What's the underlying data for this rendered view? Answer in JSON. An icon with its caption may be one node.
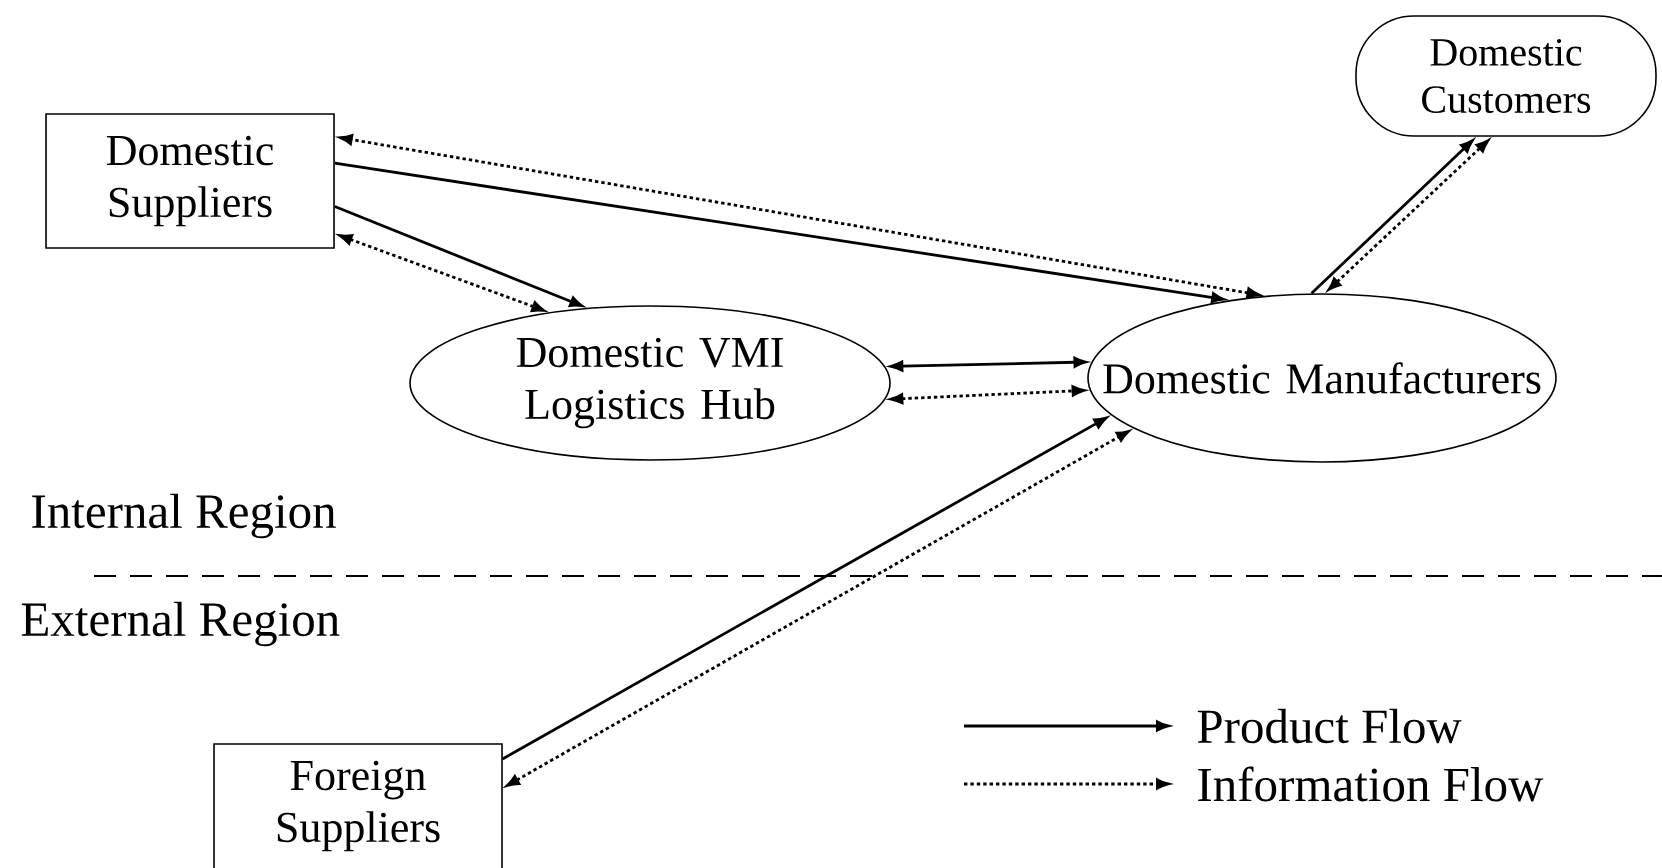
{
  "diagram": {
    "nodes": [
      {
        "text": [
          "Domestic Suppliers"
        ]
      },
      {
        "text": [
          "Domestic Customers"
        ]
      },
      {
        "text": [
          "Domestic VMI Logistics Hub"
        ]
      },
      {
        "text": [
          "Domestic Manufacturers"
        ]
      },
      {
        "text": [
          "Foreign Suppliers"
        ]
      }
    ],
    "edges": [
      {
        "from": 0,
        "to": 3,
        "arrow": "to"
      },
      {
        "from": 3,
        "to": 0,
        "arrow": "both",
        "style": "dashed"
      },
      {
        "from": 0,
        "to": 2,
        "arrow": "to"
      },
      {
        "from": 2,
        "to": 0,
        "arrow": "both",
        "style": "dashed"
      },
      {
        "from": 2,
        "to": 3,
        "arrow": "both"
      },
      {
        "from": 2,
        "to": 3,
        "arrow": "both",
        "style": "dashed"
      },
      {
        "from": 3,
        "to": 1,
        "arrow": "to"
      },
      {
        "from": 3,
        "to": 1,
        "arrow": "both",
        "style": "dashed"
      },
      {
        "from": 4,
        "to": 3,
        "arrow": "to"
      },
      {
        "from": 4,
        "to": 3,
        "arrow": "both",
        "style": "dashed"
      }
    ],
    "labels": [
      "Internal Region",
      "External Region"
    ],
    "legend": [
      {
        "text": "Product Flow"
      },
      {
        "text": "Information Flow"
      }
    ]
  }
}
